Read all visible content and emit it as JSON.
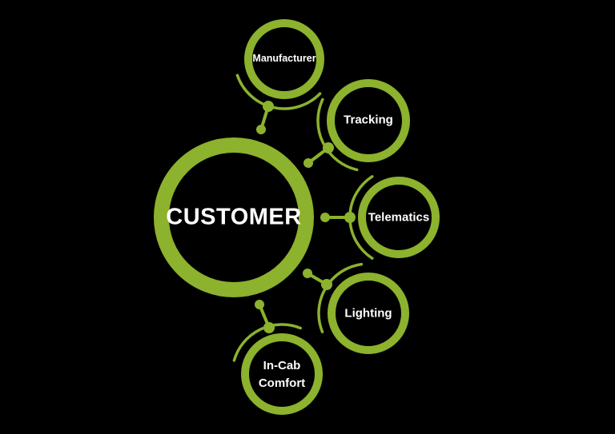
{
  "colors": {
    "background": "#000000",
    "accent": "#8CB22E",
    "label": "#FFFFFF"
  },
  "center": {
    "label": "CUSTOMER"
  },
  "satellites": [
    {
      "label": "Manufacturer"
    },
    {
      "label": "Tracking"
    },
    {
      "label": "Telematics"
    },
    {
      "label": "Lighting"
    },
    {
      "label": "In-Cab Comfort"
    }
  ]
}
